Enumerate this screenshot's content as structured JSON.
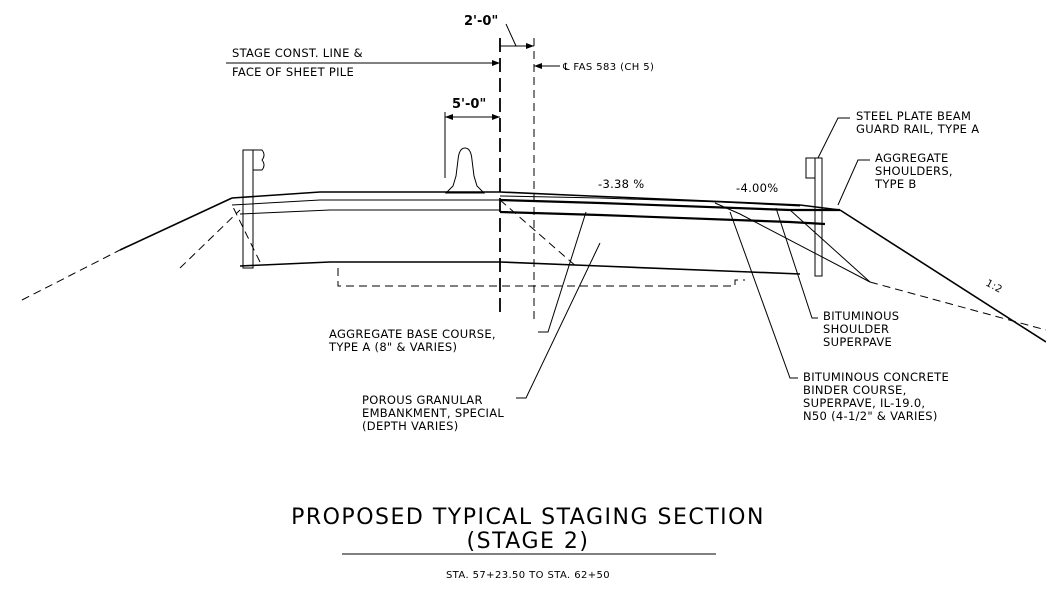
{
  "drawing": {
    "dim_top": "2'-0\"",
    "dim_mid": "5'-0\"",
    "stage_line_1": "STAGE CONST. LINE &",
    "stage_line_2": "FACE OF SHEET PILE",
    "centerline": "℄ FAS 583 (CH 5)",
    "guard_rail_1": "STEEL PLATE BEAM",
    "guard_rail_2": "GUARD RAIL, TYPE A",
    "agg_shoulder_1": "AGGREGATE",
    "agg_shoulder_2": "SHOULDERS,",
    "agg_shoulder_3": "TYPE B",
    "slope_1": "-3.38 %",
    "slope_2": "-4.00%",
    "side_slope": "1:2",
    "base_course_1": "AGGREGATE BASE COURSE,",
    "base_course_2": "TYPE A (8\" & VARIES)",
    "porous_1": "POROUS GRANULAR",
    "porous_2": "EMBANKMENT, SPECIAL",
    "porous_3": "(DEPTH VARIES)",
    "bit_shoulder_1": "BITUMINOUS",
    "bit_shoulder_2": "SHOULDER",
    "bit_shoulder_3": "SUPERPAVE",
    "binder_1": "BITUMINOUS CONCRETE",
    "binder_2": "BINDER COURSE,",
    "binder_3": "SUPERPAVE, IL-19.0,",
    "binder_4": "N50 (4-1/2\" & VARIES)",
    "title_1": "PROPOSED TYPICAL STAGING SECTION",
    "title_2": "(STAGE 2)",
    "station": "STA. 57+23.50 TO STA. 62+50"
  }
}
